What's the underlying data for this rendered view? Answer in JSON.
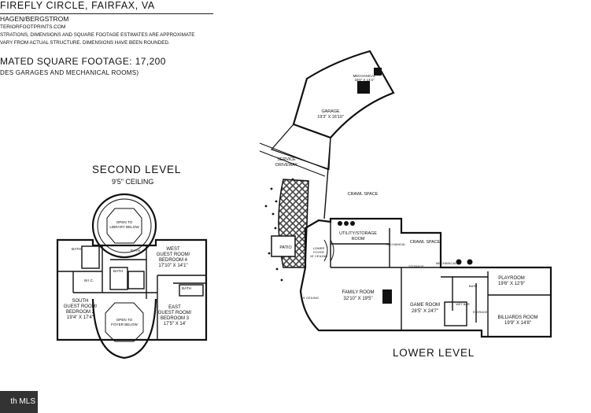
{
  "header": {
    "address": "FIREFLY CIRCLE, FAIRFAX, VA",
    "client": "HAGEN/BERGSTROM",
    "website": "TERIORFOOTPRINTS.COM",
    "disclaimer_line1": "STRATIONS, DIMENSIONS AND SQUARE FOOTAGE ESTIMATES ARE APPROXIMATE",
    "disclaimer_line2": "VARY FROM ACTUAL STRUCTURE. DIMENSIONS HAVE BEEN ROUNDED.",
    "square_footage": "MATED SQUARE FOOTAGE: 17,200",
    "square_footage_note": "DES GARAGES AND MECHANICAL ROOMS)"
  },
  "second_level": {
    "title": "SECOND LEVEL",
    "ceiling": "9'5\" CEILING",
    "rooms": {
      "library_open": [
        "OPEN TO",
        "LIBRARY BELOW"
      ],
      "foyer_open": [
        "OPEN TO",
        "FOYER BELOW"
      ],
      "west_guest": [
        "WEST",
        "GUEST ROOM/",
        "BEDROOM 4",
        "17'10\" X 14'1\""
      ],
      "south_guest": [
        "SOUTH",
        "GUEST ROOM/",
        "BEDROOM 2",
        "19'4\" X 17'4\""
      ],
      "east_guest": [
        "EAST",
        "GUEST ROOM/",
        "BEDROOM 3",
        "17'5\" X 14'"
      ],
      "bath_a": "BATH",
      "bath_b": "BATH",
      "bath_c": "BATH",
      "bath_d": "BATH",
      "wic": "W.I.C."
    }
  },
  "lower_level": {
    "title": "LOWER LEVEL",
    "rooms": {
      "mechanical_top": [
        "MECHANICAL",
        "16'0\" X 14'4\""
      ],
      "garage": [
        "GARAGE",
        "19'3\" X 16'10\""
      ],
      "service_driveway": [
        "SERVICE",
        "DRIVEWAY"
      ],
      "crawl_space_1": "CRAWL SPACE",
      "crawl_space_2": "CRAWL SPACE",
      "utility": [
        "UTILITY/STORAGE",
        "ROOM"
      ],
      "patio": "PATIO",
      "lower_foyer": [
        "LOWER",
        "FOYER",
        "10' CEILING"
      ],
      "mechanical_small": "MECHANICAL",
      "storage_1": "STORAGE",
      "storage_2": "STORAGE",
      "mechanical_right": "MECHANICAL",
      "bath": "BATH",
      "wet_bar": "WET BAR",
      "family_room": [
        "FAMILY ROOM",
        "32'10\" X 19'5\""
      ],
      "ceiling_note": "9' CEILING",
      "game_room": [
        "GAME ROOM",
        "28'5\" X 24'7\""
      ],
      "playroom": [
        "PLAYROOM",
        "19'6\" X 12'9\""
      ],
      "billiards": [
        "BILLIARDS ROOM",
        "19'9\" X 14'8\""
      ]
    }
  },
  "badge": {
    "text": "th MLS"
  }
}
